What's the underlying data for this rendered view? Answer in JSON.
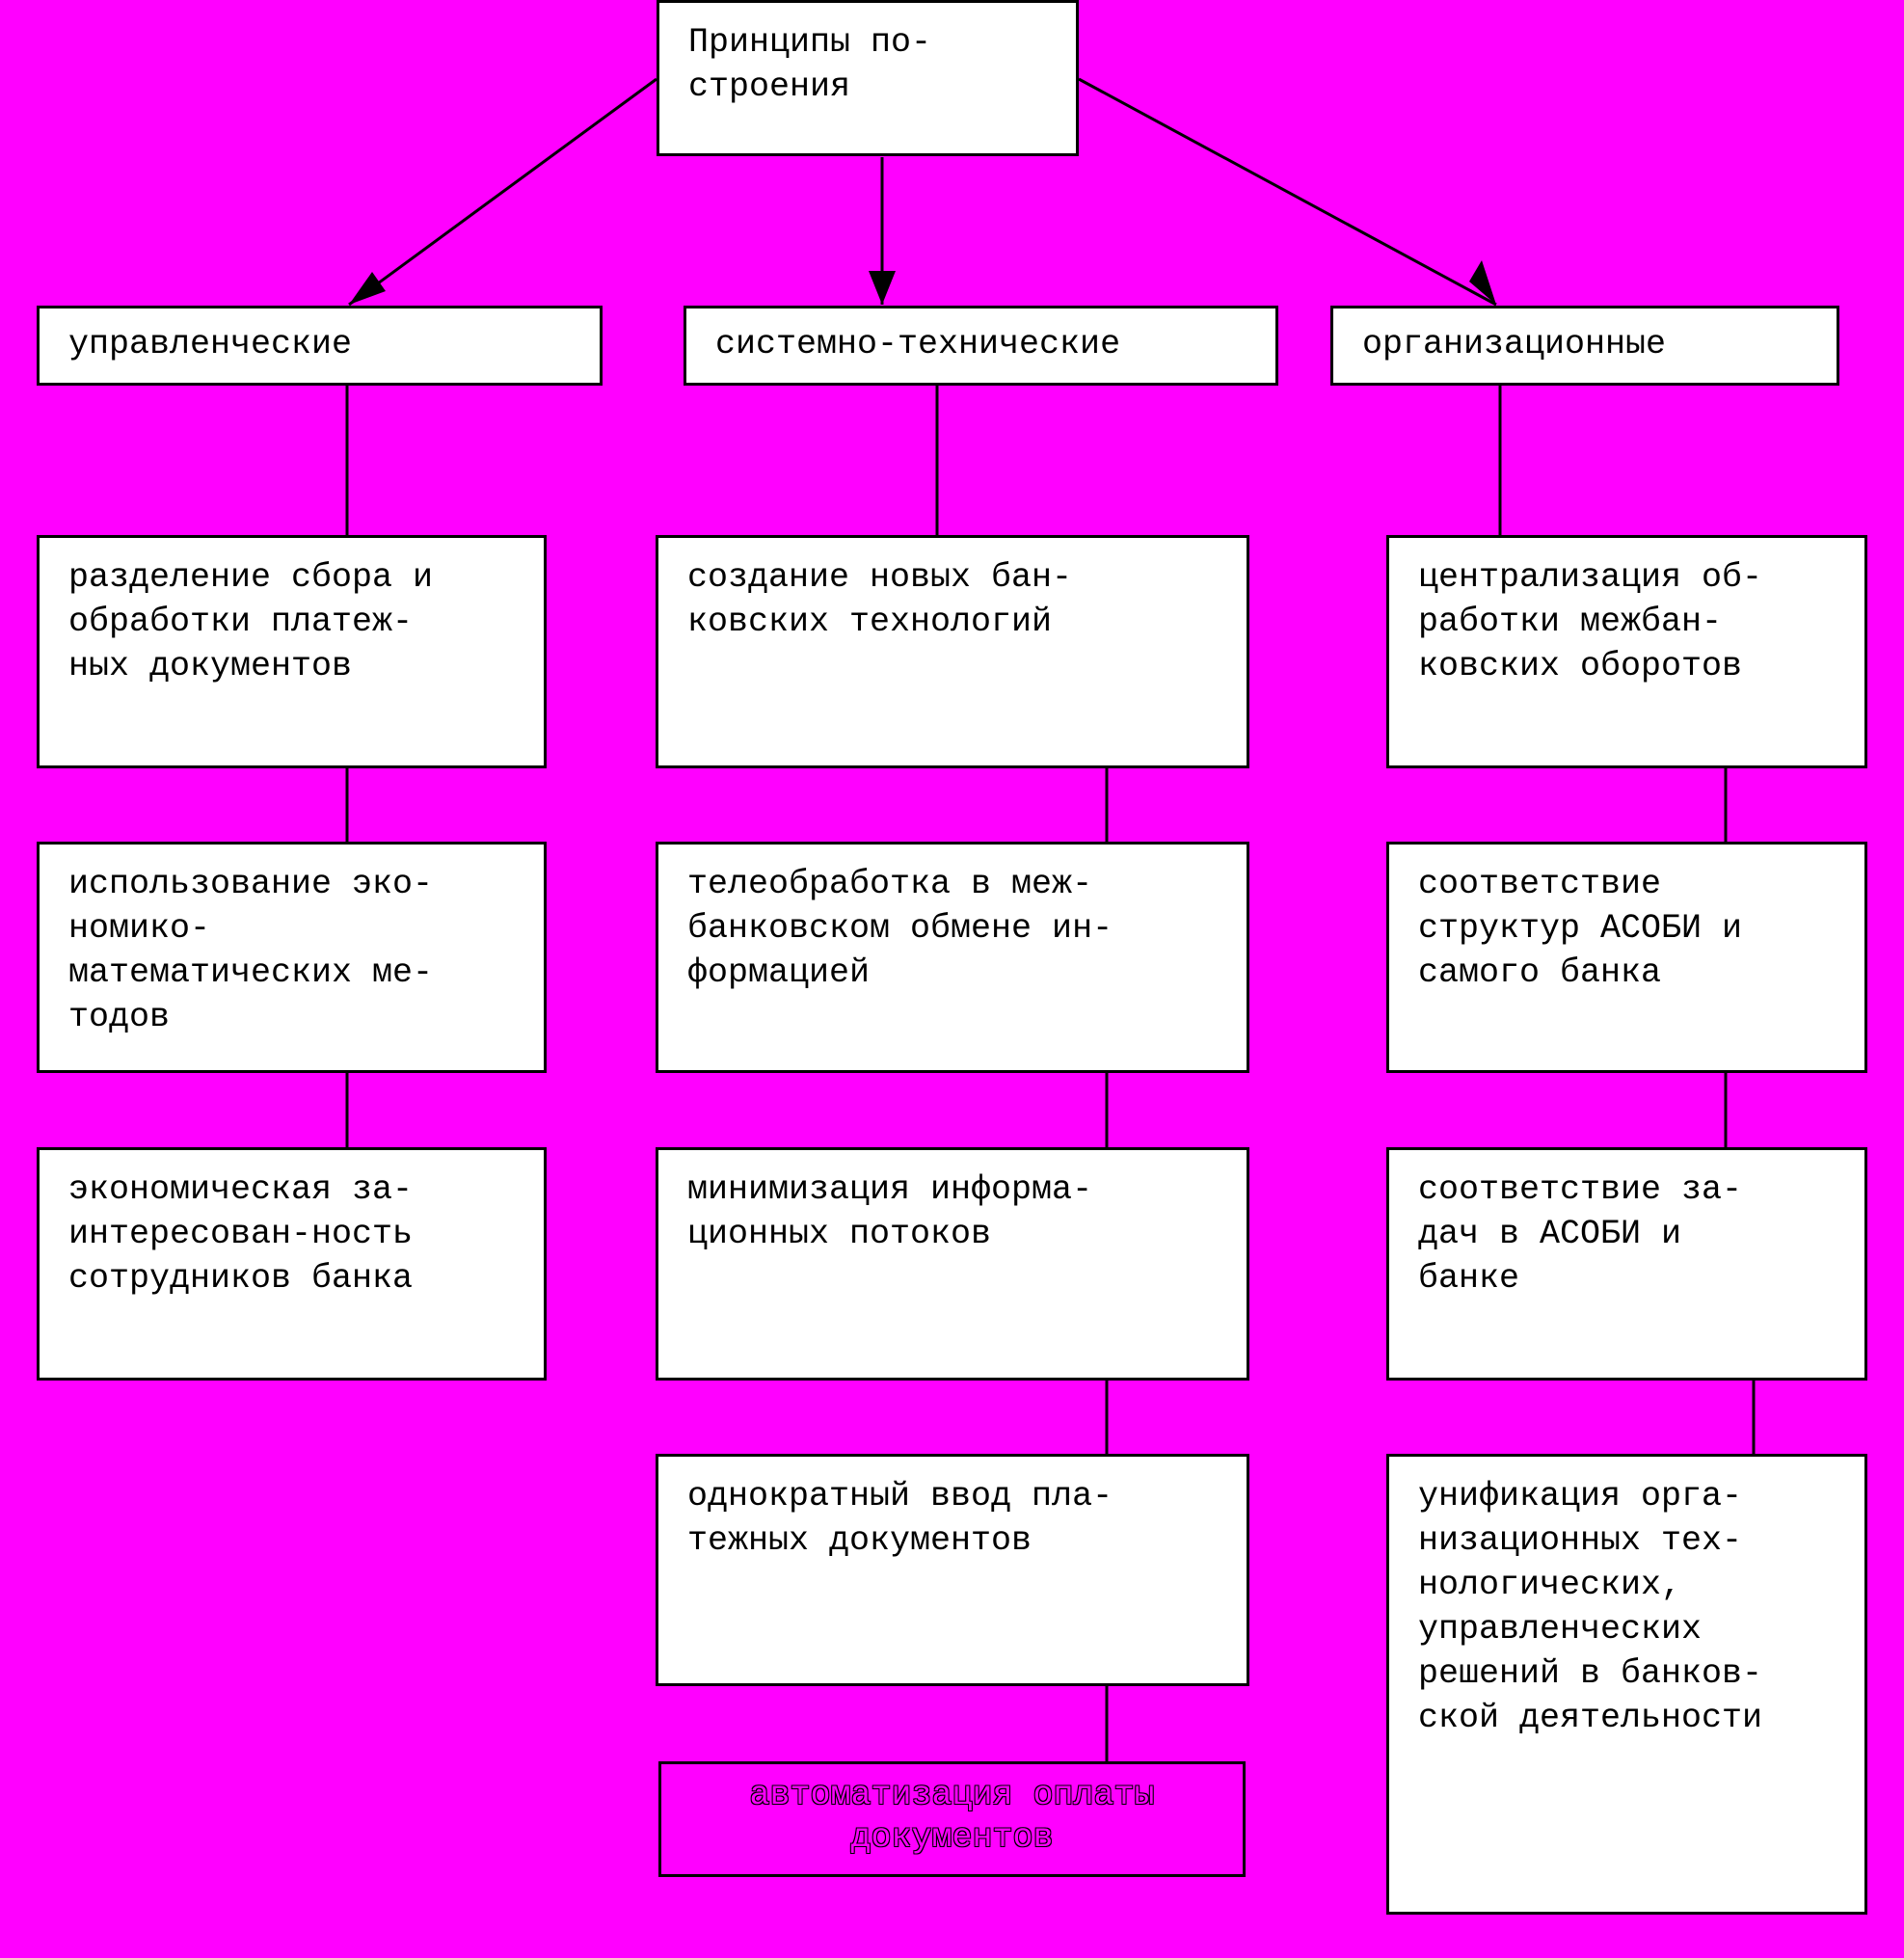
{
  "colors": {
    "background": "#ff00ff",
    "box_fill": "#ffffff",
    "box_border": "#000000",
    "highlight_text": "#ff00ff"
  },
  "root": {
    "label": "Принципы по-\nстроения"
  },
  "categories": [
    {
      "label": "управленческие"
    },
    {
      "label": "системно-технические"
    },
    {
      "label": "организационные"
    }
  ],
  "columns": [
    {
      "items": [
        "разделение сбора и\nобработки платеж-\nных документов",
        "использование эко-\nномико-\nматематических ме-\nтодов",
        "экономическая за-\nинтересован-ность\nсотрудников банка"
      ]
    },
    {
      "items": [
        "создание новых бан-\nковских технологий",
        "телеобработка в меж-\nбанковском обмене ин-\nформацией",
        "минимизация информа-\nционных потоков",
        "однократный ввод пла-\nтежных документов",
        "автоматизация оплаты\nдокументов"
      ]
    },
    {
      "items": [
        "централизация об-\nработки межбан-\nковских оборотов",
        "соответствие\nструктур АСОБИ и\nсамого банка",
        "соответствие за-\nдач в АСОБИ и\nбанке",
        "унификация орга-\nнизационных тех-\nнологических,\nуправленческих\nрешений в банков-\nской деятельности"
      ]
    }
  ]
}
